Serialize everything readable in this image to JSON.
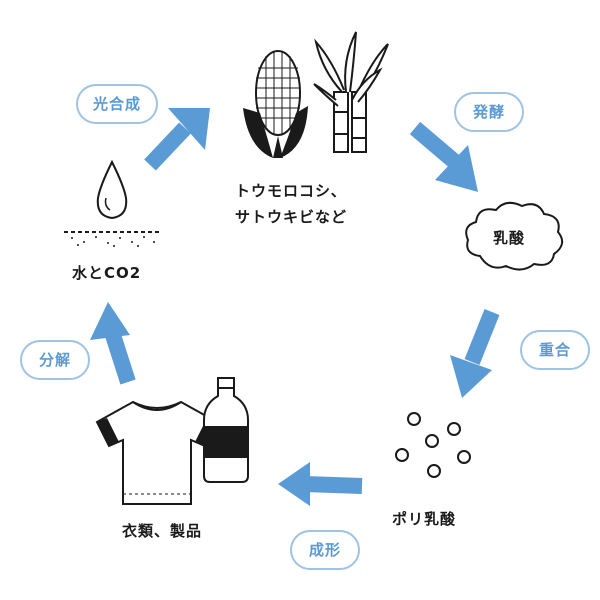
{
  "nodes": {
    "crops": {
      "line1": "トウモロコシ、",
      "line2": "サトウキビなど"
    },
    "lactic": "乳酸",
    "pla": "ポリ乳酸",
    "products": "衣類、製品",
    "water": "水とCO2"
  },
  "processes": {
    "photosynthesis": "光合成",
    "fermentation": "発酵",
    "polymerization": "重合",
    "molding": "成形",
    "decomposition": "分解"
  },
  "colors": {
    "arrow": "#5b9bd5",
    "pill_border": "#9ec3e3",
    "pill_text": "#5c9ad3",
    "ink": "#1a1a1a"
  }
}
